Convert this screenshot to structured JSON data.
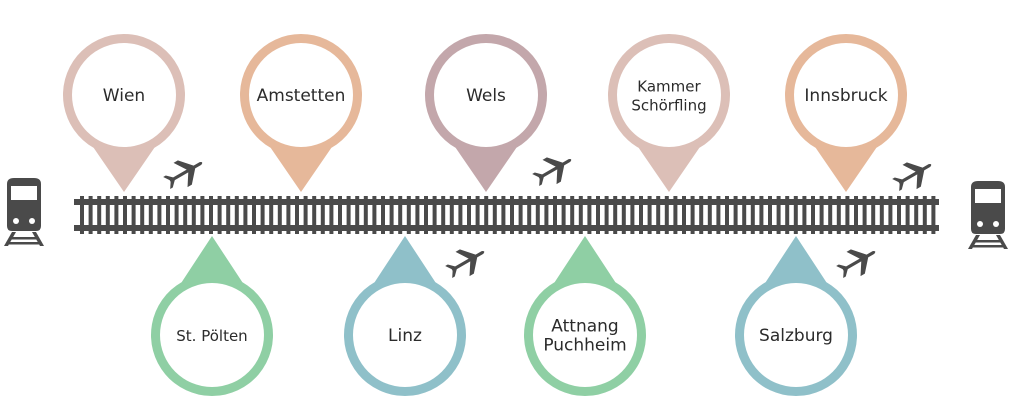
{
  "colors": {
    "rail": "#4a4a4a",
    "train": "#4a4a4a",
    "plane": "#4a4a4a",
    "pin_pink": "#dcbfb7",
    "pin_orange": "#e6b89a",
    "pin_mauve": "#c3a7ab",
    "pin_green": "#8fcfa4",
    "pin_blue": "#8fc0c9"
  },
  "icons": {
    "train": "train-icon",
    "plane": "airplane-icon"
  },
  "stations_top": [
    {
      "id": "wien",
      "lines": [
        "Wien"
      ],
      "color": "pin_pink",
      "airport": false
    },
    {
      "id": "amstetten",
      "lines": [
        "Amstetten"
      ],
      "color": "pin_orange",
      "airport": false
    },
    {
      "id": "wels",
      "lines": [
        "Wels"
      ],
      "color": "pin_mauve",
      "airport": false
    },
    {
      "id": "kammer-schoerfling",
      "lines": [
        "Kammer",
        "Schörfling"
      ],
      "color": "pin_pink",
      "airport": false
    },
    {
      "id": "innsbruck",
      "lines": [
        "Innsbruck"
      ],
      "color": "pin_orange",
      "airport": false
    }
  ],
  "stations_bottom": [
    {
      "id": "st-poelten",
      "lines": [
        "St. Pölten"
      ],
      "color": "pin_green"
    },
    {
      "id": "linz",
      "lines": [
        "Linz"
      ],
      "color": "pin_blue"
    },
    {
      "id": "attnang-puchheim",
      "lines": [
        "Attnang",
        "Puchheim"
      ],
      "color": "pin_green"
    },
    {
      "id": "salzburg",
      "lines": [
        "Salzburg"
      ],
      "color": "pin_blue"
    }
  ]
}
